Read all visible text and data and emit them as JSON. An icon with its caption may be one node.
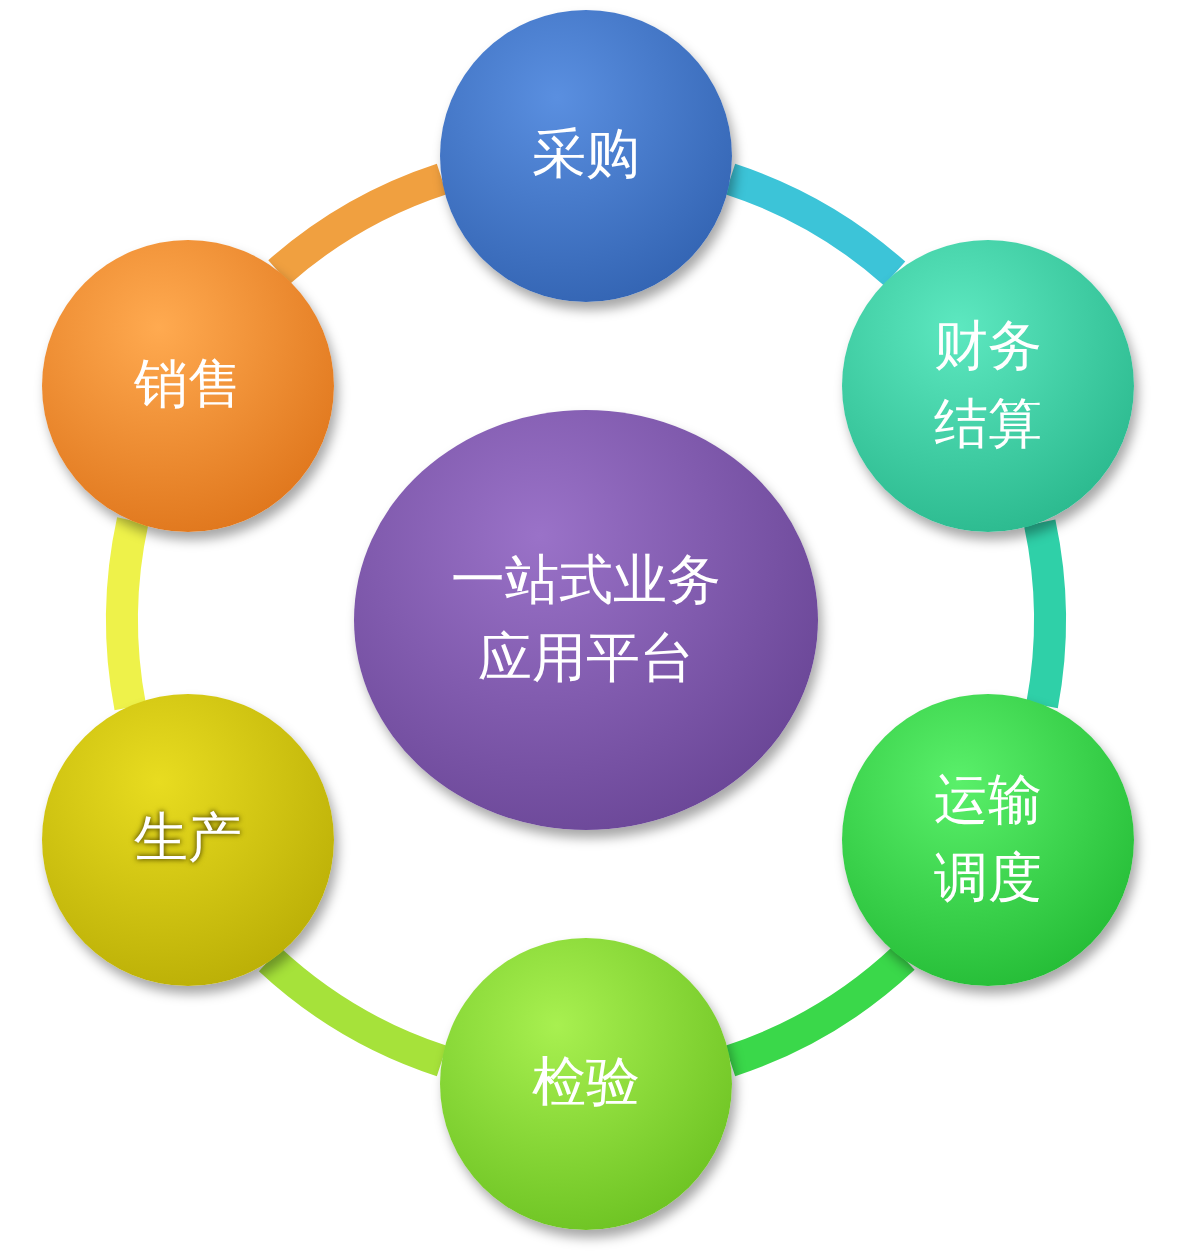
{
  "diagram": {
    "nodes": [
      {
        "text": [
          "一站式业务应用平台"
        ]
      },
      {
        "text": [
          "采购"
        ]
      },
      {
        "text": [
          "财务结算"
        ]
      },
      {
        "text": [
          "运输调度"
        ]
      },
      {
        "text": [
          "检验"
        ]
      },
      {
        "text": [
          "生产"
        ]
      },
      {
        "text": [
          "销售"
        ]
      }
    ],
    "edges": [
      {
        "from": 1,
        "to": 2,
        "arrow": "none",
        "color": "#3cc4d8"
      },
      {
        "from": 2,
        "to": 3,
        "arrow": "none",
        "color": "#2fd0a8"
      },
      {
        "from": 3,
        "to": 4,
        "arrow": "none",
        "color": "#3ad84a"
      },
      {
        "from": 4,
        "to": 5,
        "arrow": "none",
        "color": "#a6e23a"
      },
      {
        "from": 5,
        "to": 6,
        "arrow": "none",
        "color": "#eef24a"
      },
      {
        "from": 6,
        "to": 1,
        "arrow": "none",
        "color": "#f0a040"
      }
    ]
  }
}
